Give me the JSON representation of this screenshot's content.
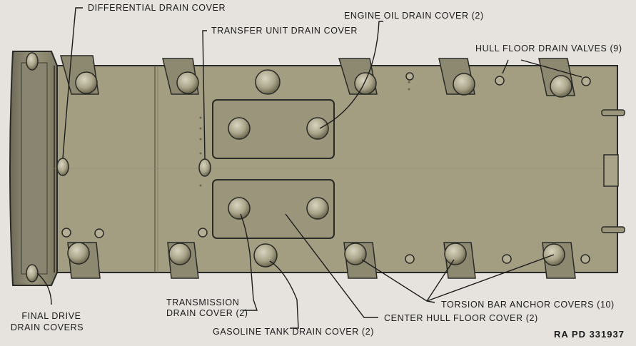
{
  "labels": {
    "differential": "DIFFERENTIAL DRAIN COVER",
    "transfer": "TRANSFER UNIT DRAIN COVER",
    "engine_oil": "ENGINE OIL DRAIN COVER (2)",
    "hull_floor_valves": "HULL FLOOR DRAIN VALVES (9)",
    "final_drive_1": "FINAL DRIVE",
    "final_drive_2": "DRAIN COVERS",
    "transmission_1": "TRANSMISSION",
    "transmission_2": "DRAIN COVER (2)",
    "torsion_bar": "TORSION BAR ANCHOR COVERS (10)",
    "center_hull": "CENTER HULL FLOOR COVER (2)",
    "gasoline": "GASOLINE TANK DRAIN COVER (2)"
  },
  "reference": "RA PD 331937",
  "colors": {
    "hull": "#a39e82",
    "outline": "#2a2a26",
    "background": "#e6e3df"
  }
}
